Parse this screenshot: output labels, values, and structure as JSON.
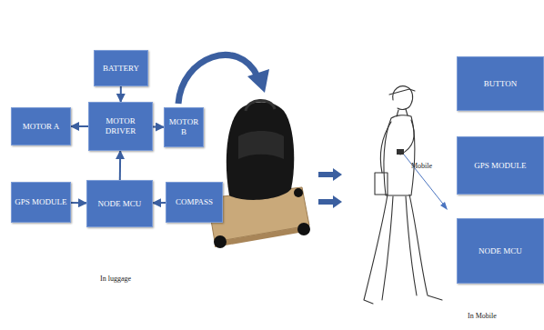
{
  "diagram": {
    "nodes": [
      {
        "text": [
          "BATTERY"
        ]
      },
      {
        "text": [
          "MOTOR A"
        ]
      },
      {
        "text": [
          "MOTOR DRIVER"
        ]
      },
      {
        "text": [
          "MOTOR B"
        ]
      },
      {
        "text": [
          "GPS MODULE"
        ]
      },
      {
        "text": [
          "NODE MCU"
        ]
      },
      {
        "text": [
          "COMPASS"
        ]
      },
      {
        "text": [
          "BUTTON"
        ]
      },
      {
        "text": [
          "GPS MODULE"
        ]
      },
      {
        "text": [
          "NODE MCU"
        ]
      }
    ],
    "edges": [
      {
        "from": 0,
        "to": 2,
        "arrow": "to"
      },
      {
        "from": 2,
        "to": 1,
        "arrow": "to"
      },
      {
        "from": 2,
        "to": 3,
        "arrow": "to"
      },
      {
        "from": 5,
        "to": 2,
        "arrow": "to"
      },
      {
        "from": 4,
        "to": 5,
        "arrow": "to"
      },
      {
        "from": 6,
        "to": 5,
        "arrow": "to"
      }
    ],
    "labels": [
      "In luggage",
      "Mobile",
      "In Mobile"
    ]
  }
}
